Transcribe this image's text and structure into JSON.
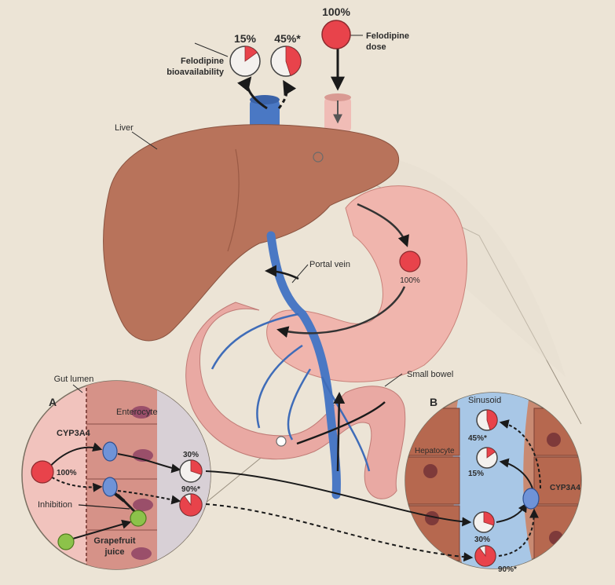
{
  "top": {
    "dose_pct": "100%",
    "dose_label_1": "Felodipine",
    "dose_label_2": "dose",
    "bio_label_1": "Felodipine",
    "bio_label_2": "bioavailability",
    "bio_pct_1": "15%",
    "bio_pct_2": "45%*"
  },
  "labels": {
    "liver": "Liver",
    "portal_vein": "Portal vein",
    "small_bowel": "Small bowel",
    "gut_lumen": "Gut lumen",
    "stomach_pct": "100%"
  },
  "panel_a": {
    "letter": "A",
    "enterocyte": "Enterocyte",
    "cyp3a4": "CYP3A4",
    "input_pct": "100%",
    "out_pct_1": "30%",
    "out_pct_2": "90%*",
    "inhibition": "Inhibition",
    "grapefruit_1": "Grapefruit",
    "grapefruit_2": "juice"
  },
  "panel_b": {
    "letter": "B",
    "sinusoid": "Sinusoid",
    "hepatocyte": "Hepatocyte",
    "cyp3a4": "CYP3A4",
    "pct_45": "45%*",
    "pct_15": "15%",
    "pct_30": "30%",
    "pct_90": "90%*"
  },
  "pies": {
    "bio_1": 0.15,
    "bio_2": 0.45,
    "a_30": 0.3,
    "a_90": 0.9,
    "b_45": 0.45,
    "b_15": 0.15,
    "b_30": 0.3,
    "b_90": 0.9
  },
  "colors": {
    "drug_red": "#e8434b",
    "liver": "#b8735b",
    "bowel": "#e9a9a3",
    "portal_vein": "#4a78c4",
    "grapefruit": "#8cc24a",
    "cyp3a4": "#6f93d8"
  }
}
